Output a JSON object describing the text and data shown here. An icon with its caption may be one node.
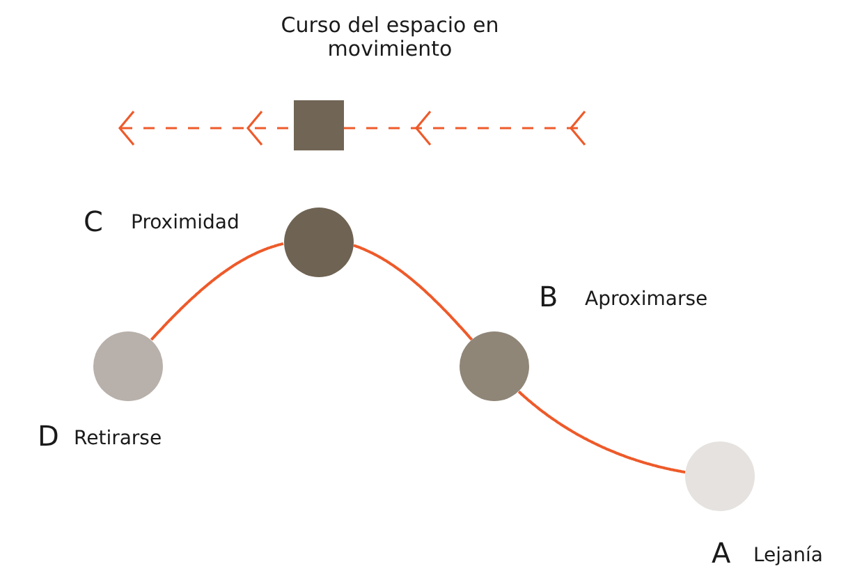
{
  "diagram": {
    "nodes": [
      {
        "text": [],
        "shape": "box",
        "beside": [
          "Curso del espacio en movimiento"
        ]
      },
      {
        "text": [],
        "shape": "circle",
        "beside": [
          "C",
          "Proximidad"
        ]
      },
      {
        "text": [],
        "shape": "circle",
        "beside": [
          "B",
          "Aproximarse"
        ]
      },
      {
        "text": [],
        "shape": "circle",
        "beside": [
          "D",
          "Retirarse"
        ]
      },
      {
        "text": [],
        "shape": "circle",
        "beside": [
          "A",
          "Lejanía"
        ]
      }
    ],
    "edges": [
      {
        "from": 3,
        "to": 1,
        "arrow": "none"
      },
      {
        "from": 1,
        "to": 2,
        "arrow": "none"
      },
      {
        "from": 2,
        "to": 4,
        "arrow": "none"
      }
    ]
  }
}
